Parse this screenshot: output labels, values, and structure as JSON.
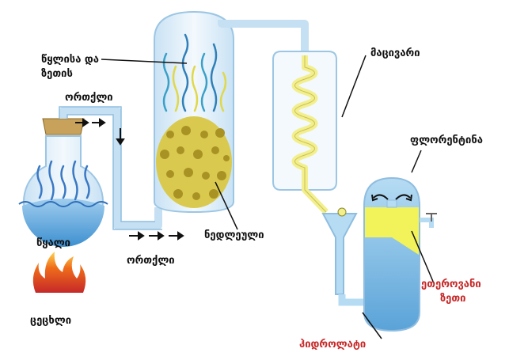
{
  "labels": {
    "steam_oil_line1": "წყლისა და",
    "steam_oil_line2": "ზეთის",
    "steam_oil_line3": "ორთქლი",
    "condenser": "მაცივარი",
    "florentine": "ფლორენტინა",
    "water": "წყალი",
    "fire": "ცეცხლი",
    "steam_bottom": "ორთქლი",
    "raw_material": "ნედლეული",
    "essential_oil_line1": "ეთეროვანი",
    "essential_oil_line2": "ზეთი",
    "hydrolate": "ჰიდროლატი"
  },
  "colors": {
    "label_text": "#111111",
    "product_text": "#c62828",
    "water": "#5ba3d9",
    "glass": "#dcecf7",
    "oil": "#f2f25a",
    "plant": "#d8c84a",
    "fire": "#e8561a"
  }
}
